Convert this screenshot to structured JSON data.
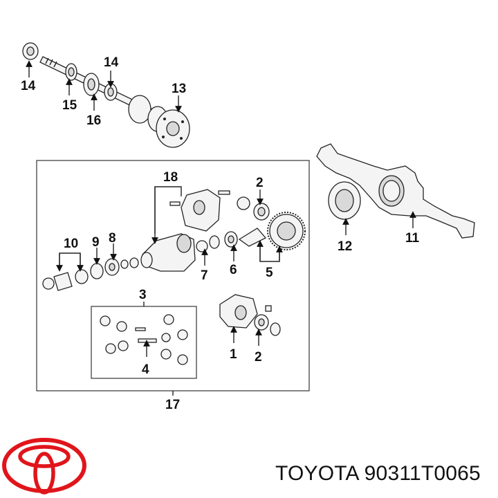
{
  "caption": {
    "brand": "TOYOTA",
    "part_number": "90311T0065"
  },
  "logo": {
    "icon": "toyota-logo-icon",
    "color": "#e0151b"
  },
  "diagram": {
    "callouts": {
      "c14a": "14",
      "c14b": "14",
      "c15": "15",
      "c16": "16",
      "c13": "13",
      "c18": "18",
      "c2a": "2",
      "c10": "10",
      "c9": "9",
      "c8": "8",
      "c7": "7",
      "c6": "6",
      "c5": "5",
      "c12": "12",
      "c11": "11",
      "c3": "3",
      "c4": "4",
      "c1": "1",
      "c2b": "2",
      "c17": "17"
    }
  }
}
